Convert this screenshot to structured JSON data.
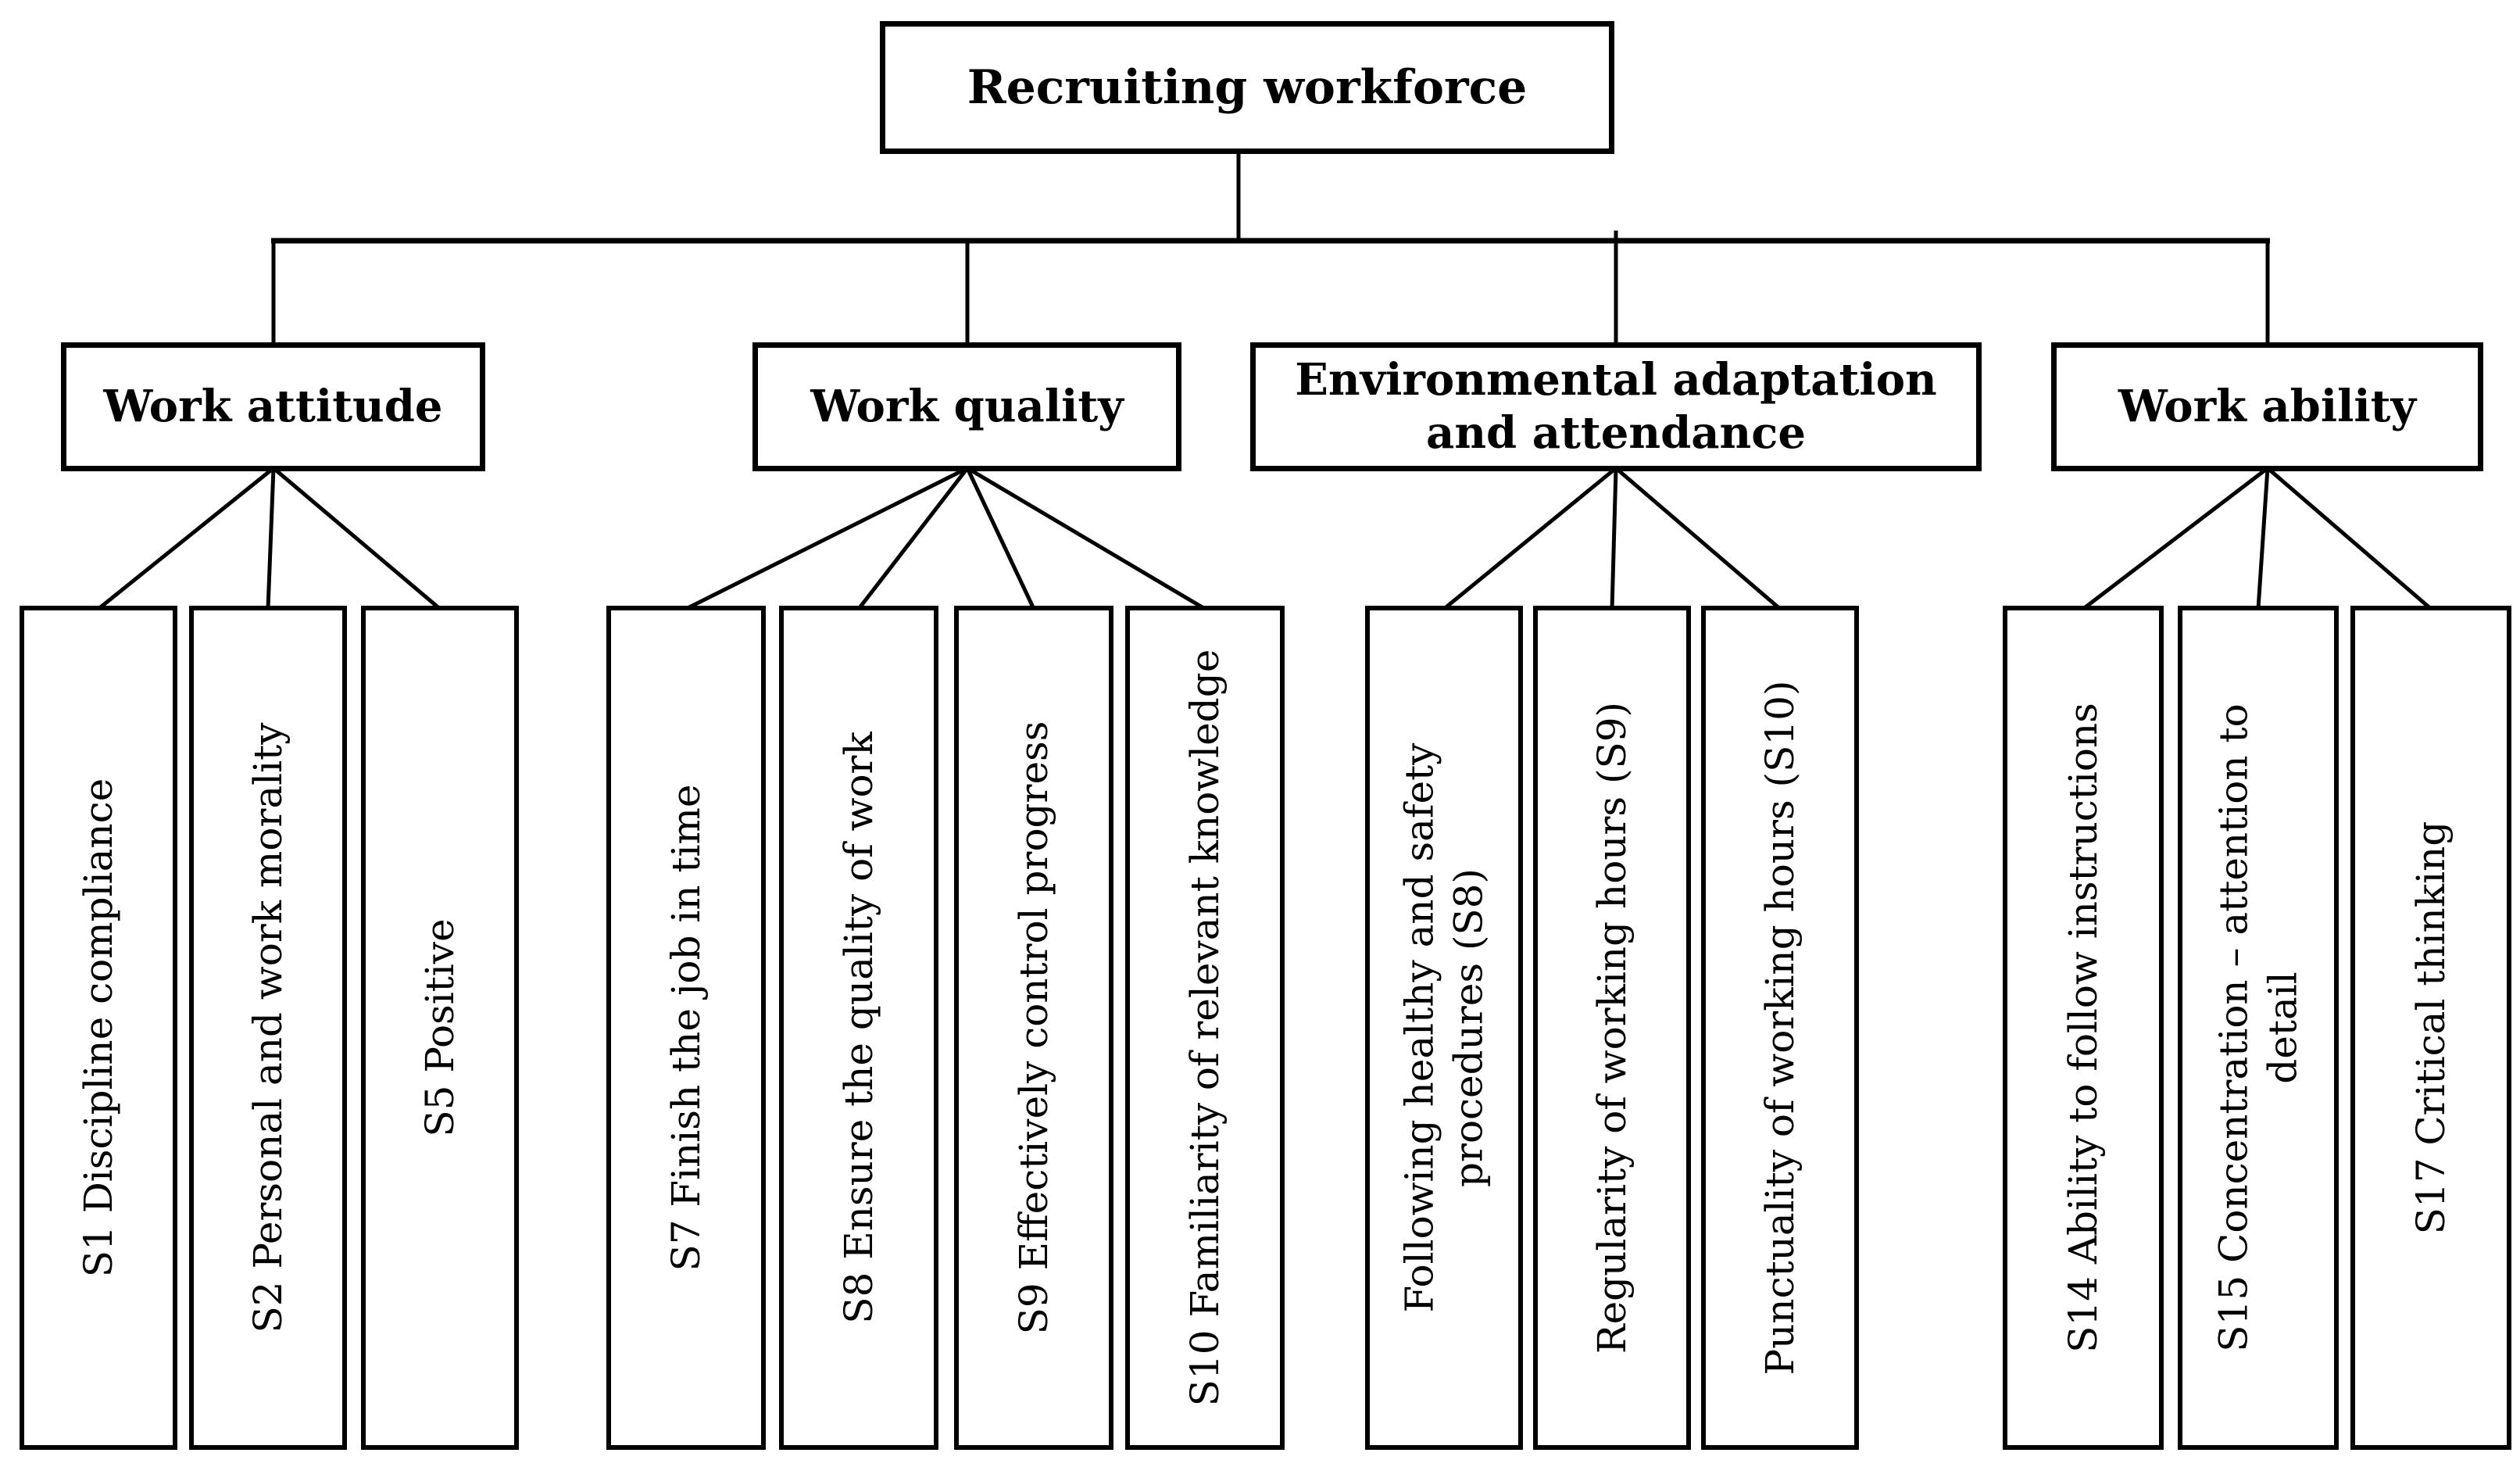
{
  "diagram": {
    "root": {
      "label": "Recruiting workforce"
    },
    "groups": [
      {
        "label": "Work attitude",
        "leaves": [
          "S1 Discipline compliance",
          "S2 Personal and work morality",
          "S5 Positive"
        ]
      },
      {
        "label": "Work quality",
        "leaves": [
          "S7 Finish the job in time",
          "S8 Ensure the quality of work",
          "S9 Effectively control progress",
          "S10 Familiarity of relevant knowledge"
        ]
      },
      {
        "label": "Environmental adaptation and attendance",
        "leaves": [
          "Following healthy and safety procedures (S8)",
          "Regularity of working hours (S9)",
          "Punctuality of working hours (S10)"
        ]
      },
      {
        "label": "Work ability",
        "leaves": [
          "S14 Ability to follow instructions",
          "S15 Concentration – attention to detail",
          "S17 Critical thinking"
        ]
      }
    ],
    "colors": {
      "line": "#000000",
      "box_border": "#000000",
      "box_fill": "#ffffff",
      "background": "#ffffff"
    }
  }
}
